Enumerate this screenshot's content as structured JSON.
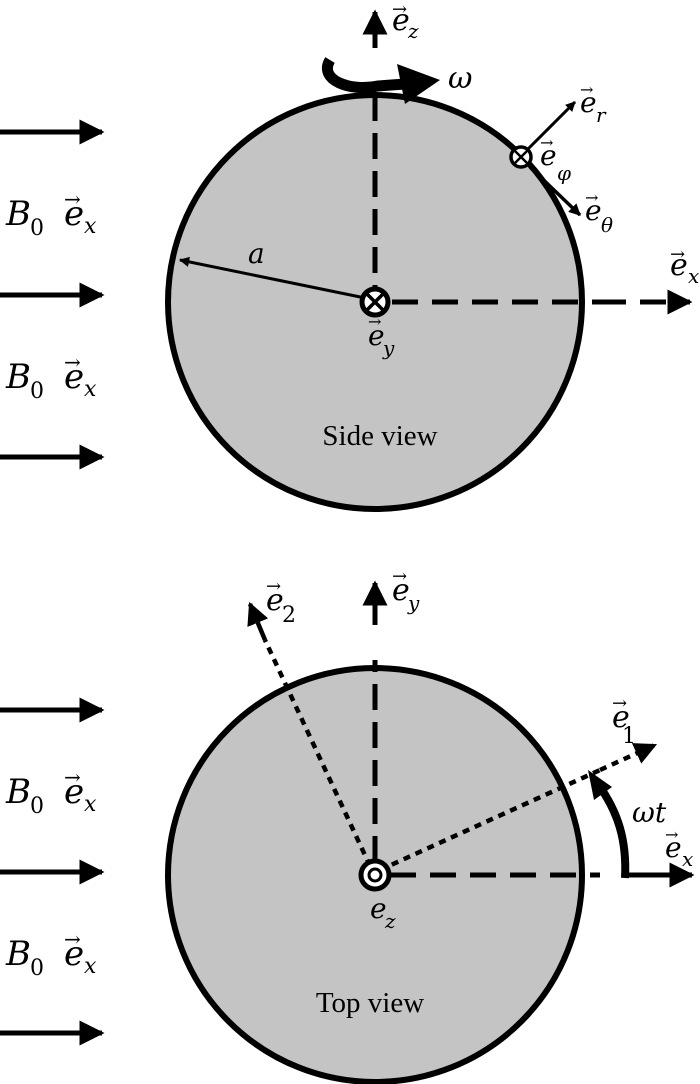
{
  "field": {
    "b_symbol": "B",
    "b_subscript": "0",
    "ex_symbol": "e",
    "ex_subscript": "x"
  },
  "side_view": {
    "caption": "Side view",
    "omega": "ω",
    "radius": "a",
    "ez": {
      "symbol": "e",
      "sub": "z"
    },
    "ex": {
      "symbol": "e",
      "sub": "x"
    },
    "ey": {
      "symbol": "e",
      "sub": "y"
    },
    "er": {
      "symbol": "e",
      "sub": "r"
    },
    "ephi": {
      "symbol": "e",
      "sub": "φ"
    },
    "etheta": {
      "symbol": "e",
      "sub": "θ"
    }
  },
  "top_view": {
    "caption": "Top view",
    "omega_t": "ωt",
    "ey": {
      "symbol": "e",
      "sub": "y"
    },
    "ex": {
      "symbol": "e",
      "sub": "x"
    },
    "e1": {
      "symbol": "e",
      "sub": "1"
    },
    "e2": {
      "symbol": "e",
      "sub": "2"
    },
    "ez_plain": {
      "symbol": "e",
      "sub": "z"
    }
  },
  "colors": {
    "disk_fill": "#c4c4c4",
    "ink": "#000000"
  }
}
